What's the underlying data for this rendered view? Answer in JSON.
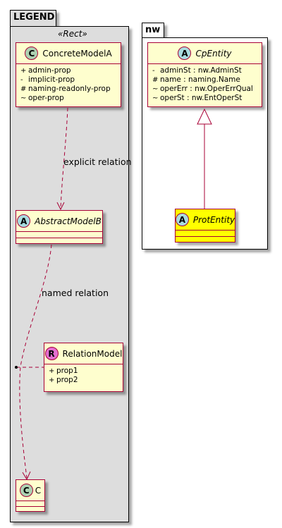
{
  "legend_package": {
    "title": "LEGEND",
    "stereotype": "«Rect»"
  },
  "nw_package": {
    "title": "nw"
  },
  "classes": {
    "concrete_model_a": {
      "badge": "C",
      "name": "ConcreteModelA",
      "attributes": [
        {
          "visibility": "+",
          "text": "admin-prop"
        },
        {
          "visibility": "-",
          "text": "implicit-prop"
        },
        {
          "visibility": "#",
          "text": "naming-readonly-prop"
        },
        {
          "visibility": "~",
          "text": "oper-prop"
        }
      ]
    },
    "abstract_model_b": {
      "badge": "A",
      "name": "AbstractModelB"
    },
    "relation_model": {
      "badge": "R",
      "name": "RelationModel",
      "attributes": [
        {
          "visibility": "+",
          "text": "prop1"
        },
        {
          "visibility": "+",
          "text": "prop2"
        }
      ]
    },
    "c": {
      "badge": "C",
      "name": "C"
    },
    "cp_entity": {
      "badge": "A",
      "name": "CpEntity",
      "attributes": [
        {
          "visibility": "-",
          "text": "adminSt : nw.AdminSt"
        },
        {
          "visibility": "#",
          "text": "name : naming.Name"
        },
        {
          "visibility": "~",
          "text": "operErr : nw.OperErrQual"
        },
        {
          "visibility": "~",
          "text": "operSt : nw.EntOperSt"
        }
      ]
    },
    "prot_entity": {
      "badge": "A",
      "name": "ProtEntity"
    }
  },
  "edges": {
    "explicit_label": "explicit relation",
    "named_label": "named relation"
  },
  "colors": {
    "class_fill": "#fefece",
    "class_border": "#a80036",
    "legend_fill": "#dddddd",
    "highlight_fill": "#ffff00",
    "abstract_badge": "#a9dcdf",
    "concrete_badge": "#add1b2",
    "relation_badge": "#e36fd0"
  }
}
